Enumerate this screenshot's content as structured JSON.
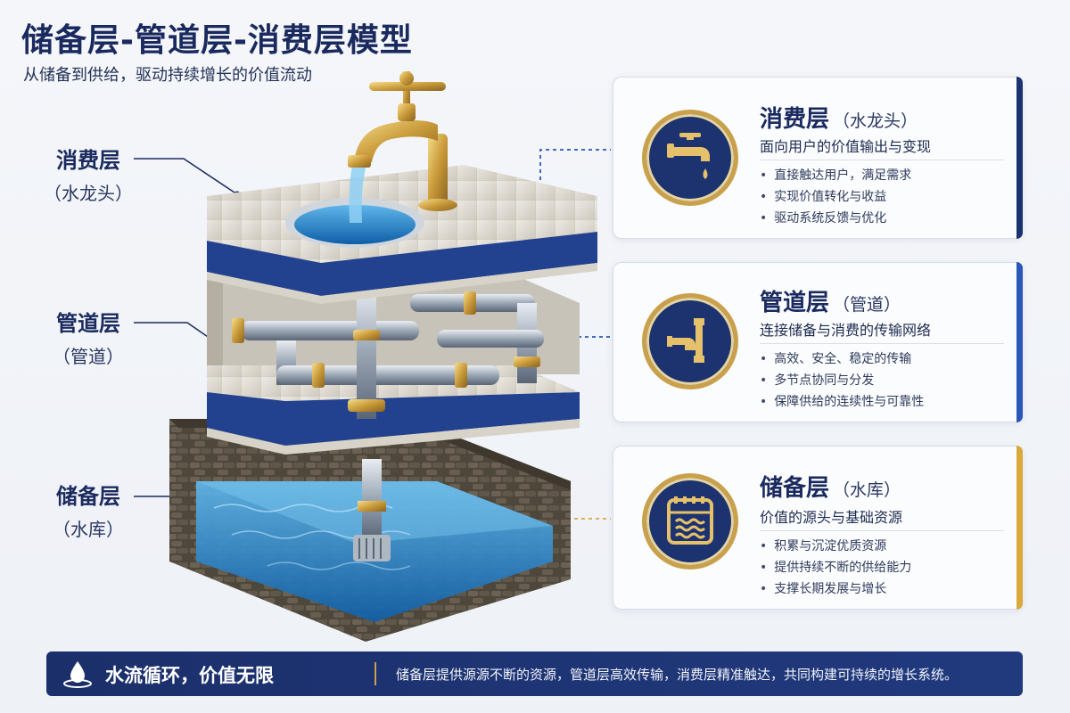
{
  "header": {
    "title": "储备层-管道层-消费层模型",
    "subtitle": "从储备到供给，驱动持续增长的价值流动"
  },
  "side_labels": [
    {
      "name": "消费层",
      "sub": "（水龙头）"
    },
    {
      "name": "管道层",
      "sub": "（管道）"
    },
    {
      "name": "储备层",
      "sub": "（水库）"
    }
  ],
  "cards": [
    {
      "title": "消费层",
      "paren": "（水龙头）",
      "subtitle": "面向用户的价值输出与变现",
      "icon": "faucet-icon",
      "bullets": [
        "直接触达用户，满足需求",
        "实现价值转化与收益",
        "驱动系统反馈与优化"
      ],
      "accent": "#1c3370"
    },
    {
      "title": "管道层",
      "paren": "（管道）",
      "subtitle": "连接储备与消费的传输网络",
      "icon": "pipe-icon",
      "bullets": [
        "高效、安全、稳定的传输",
        "多节点协同与分发",
        "保障供给的连续性与可靠性"
      ],
      "accent": "#2a57b8"
    },
    {
      "title": "储备层",
      "paren": "（水库）",
      "subtitle": "价值的源头与基础资源",
      "icon": "reservoir-icon",
      "bullets": [
        "积累与沉淀优质资源",
        "提供持续不断的供给能力",
        "支撑长期发展与增长"
      ],
      "accent": "#d9a93a"
    }
  ],
  "bottom_bar": {
    "icon": "water-drop-icon",
    "slogan": "水流循环，价值无限",
    "description": "储备层提供源源不断的资源，管道层高效传输，消费层精准触达，共同构建可持续的增长系统。"
  },
  "colors": {
    "navy": "#1a2a5e",
    "gold": "#c9a04c",
    "blue_stripe": "#2a57b8",
    "gold_stripe": "#d9a93a"
  }
}
